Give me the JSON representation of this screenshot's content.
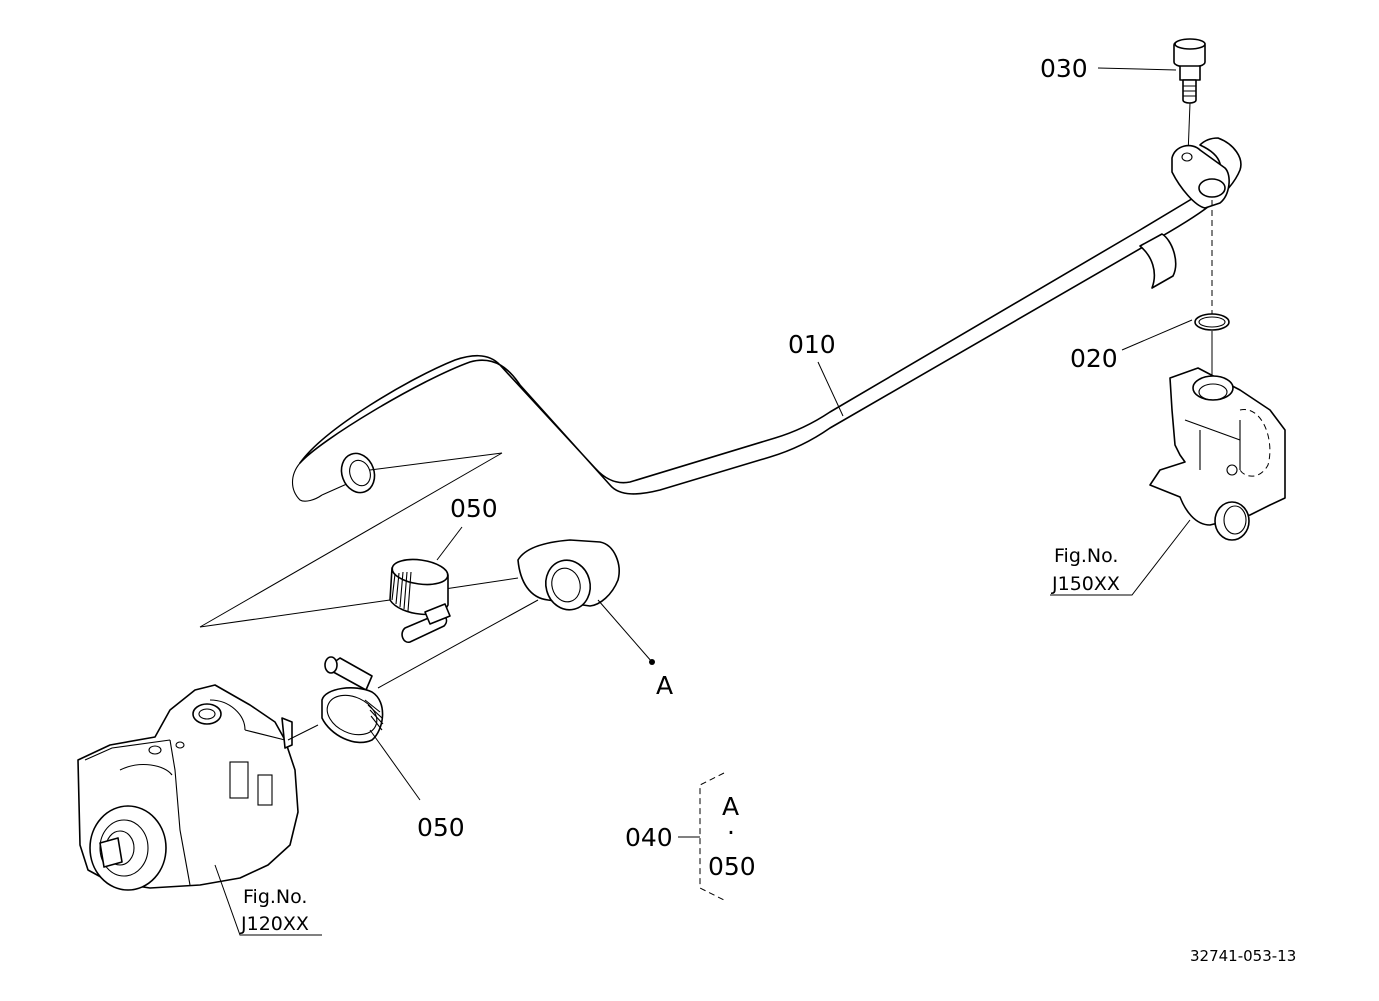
{
  "callouts": {
    "c010": "010",
    "c020": "020",
    "c030": "030",
    "c050_top": "050",
    "c050_bottom": "050",
    "c040": "040",
    "point_a": "A"
  },
  "group_040": {
    "top": "A",
    "sep": "·",
    "bottom": "050"
  },
  "figref_right": {
    "line1": "Fig.No.",
    "line2": "J150XX"
  },
  "figref_left": {
    "line1": "Fig.No.",
    "line2": "J120XX"
  },
  "drawing_number": "32741-053-13"
}
